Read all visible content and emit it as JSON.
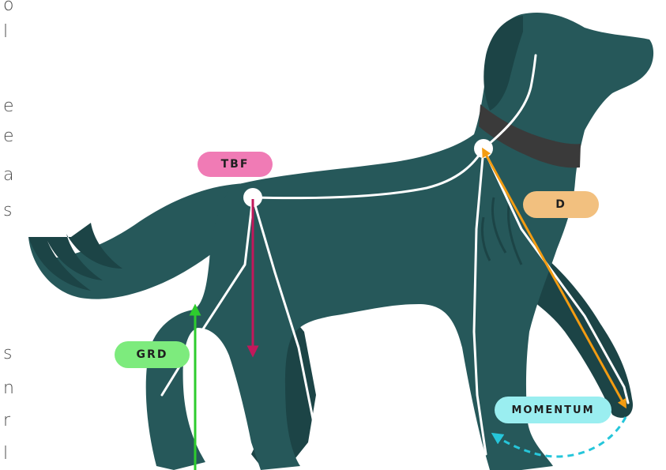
{
  "colors": {
    "dog_body": "#26585a",
    "dog_shadow": "#1c4446",
    "collar": "#3a3a3a",
    "skeleton_line": "#ffffff",
    "tbf_arrow": "#c2185b",
    "grd_arrow": "#2ecc2e",
    "d_arrow": "#f39c12",
    "momentum_arrow": "#26c6da"
  },
  "edge_fragments": [
    "o",
    "l",
    "e",
    "e",
    "a",
    "s",
    "s",
    "n",
    "r",
    "l"
  ],
  "labels": {
    "tbf": {
      "text": "TBF",
      "color": "#f07bb5"
    },
    "d": {
      "text": "D",
      "color": "#f2c07f"
    },
    "grd": {
      "text": "GRD",
      "color": "#7deb7d"
    },
    "momentum": {
      "text": "MOMENTUM",
      "color": "#9aeef0"
    }
  }
}
